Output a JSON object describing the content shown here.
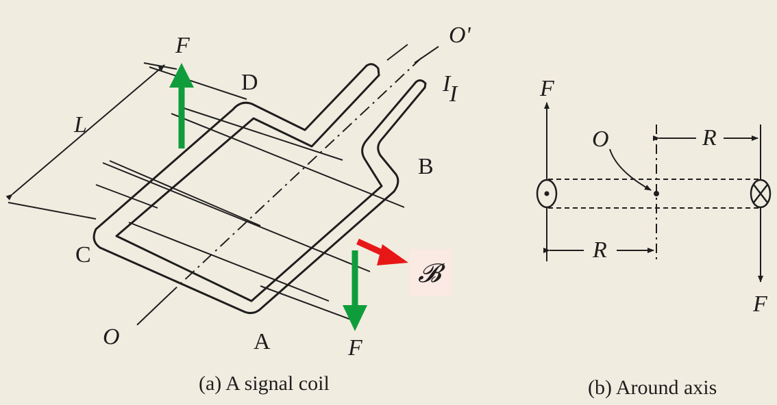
{
  "colors": {
    "background": "#f1ece0",
    "ink": "#1e1e1e",
    "force_arrow": "#0f9d3c",
    "field_arrow": "#e81717",
    "field_label_bg": "#fbe9e3"
  },
  "panel_a": {
    "caption": "(a) A signal coil",
    "labels": {
      "force_top": "F",
      "force_bottom": "F",
      "corner_a": "A",
      "corner_b": "B",
      "corner_c": "C",
      "corner_d": "D",
      "length": "L",
      "axis_start": "O",
      "axis_end": "O'",
      "current": "I",
      "current_alt": "I",
      "field": "𝓑"
    }
  },
  "panel_b": {
    "caption": "(b)  Around axis",
    "labels": {
      "force_up": "F",
      "force_down": "F",
      "axis_point": "O",
      "radius_top": "R",
      "radius_bottom": "R"
    }
  }
}
